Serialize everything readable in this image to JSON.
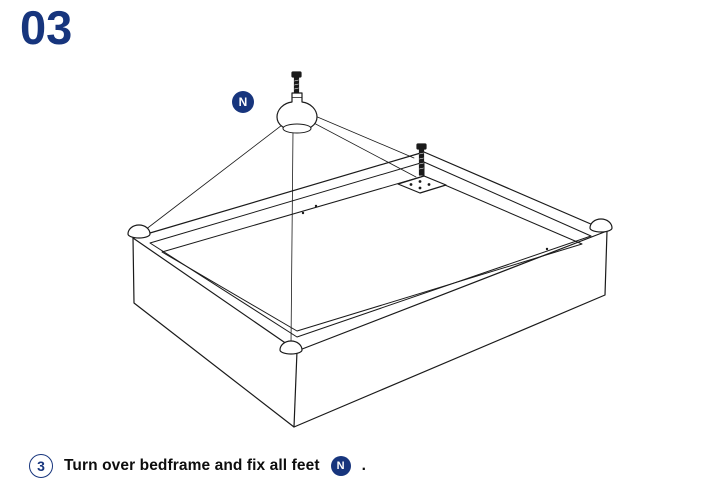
{
  "header": {
    "step_number": "03"
  },
  "illustration": {
    "badge": "N",
    "alt": "Bed frame turned upside down; foot part N with bolt shown above, leader lines pointing to the three visible corner feet and the corner bracket with bolt"
  },
  "caption": {
    "step_number": "3",
    "text": "Turn over bedframe and fix all feet",
    "badge": "N",
    "suffix": "."
  },
  "colors": {
    "accent": "#17357d",
    "ink": "#1a1a1a",
    "background": "#ffffff"
  }
}
